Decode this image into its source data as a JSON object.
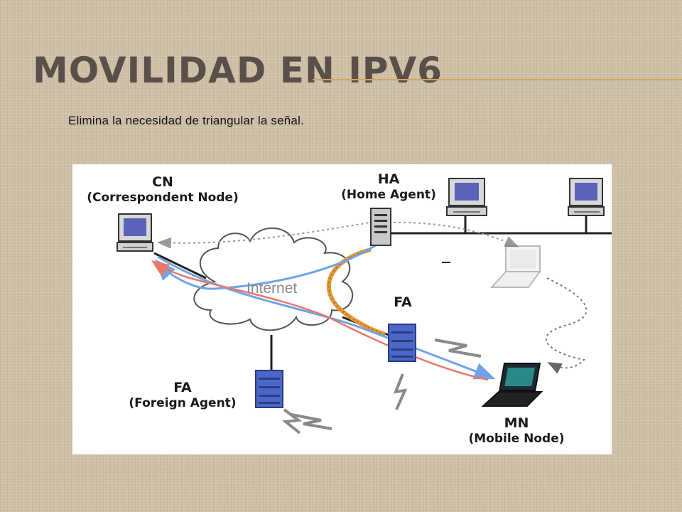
{
  "slide": {
    "title": "Movilidad en IPv6",
    "subtitle": "Elimina la necesidad de triangular la señal."
  },
  "diagram": {
    "cn": {
      "abbr": "CN",
      "full": "(Correspondent Node)"
    },
    "ha": {
      "abbr": "HA",
      "full": "(Home Agent)"
    },
    "fa_near": {
      "abbr": "FA"
    },
    "fa_foreign": {
      "abbr": "FA",
      "full": "(Foreign Agent)"
    },
    "mn": {
      "abbr": "MN",
      "full": "(Mobile Node)"
    },
    "internet": "Internet",
    "colors": {
      "blue_path": "#6fa4e8",
      "red_path": "#e8786c",
      "orange_tunnel": "#e8962e",
      "server": "#4a66c8",
      "title": "#5a4f49",
      "rule": "#d9a25a"
    }
  }
}
